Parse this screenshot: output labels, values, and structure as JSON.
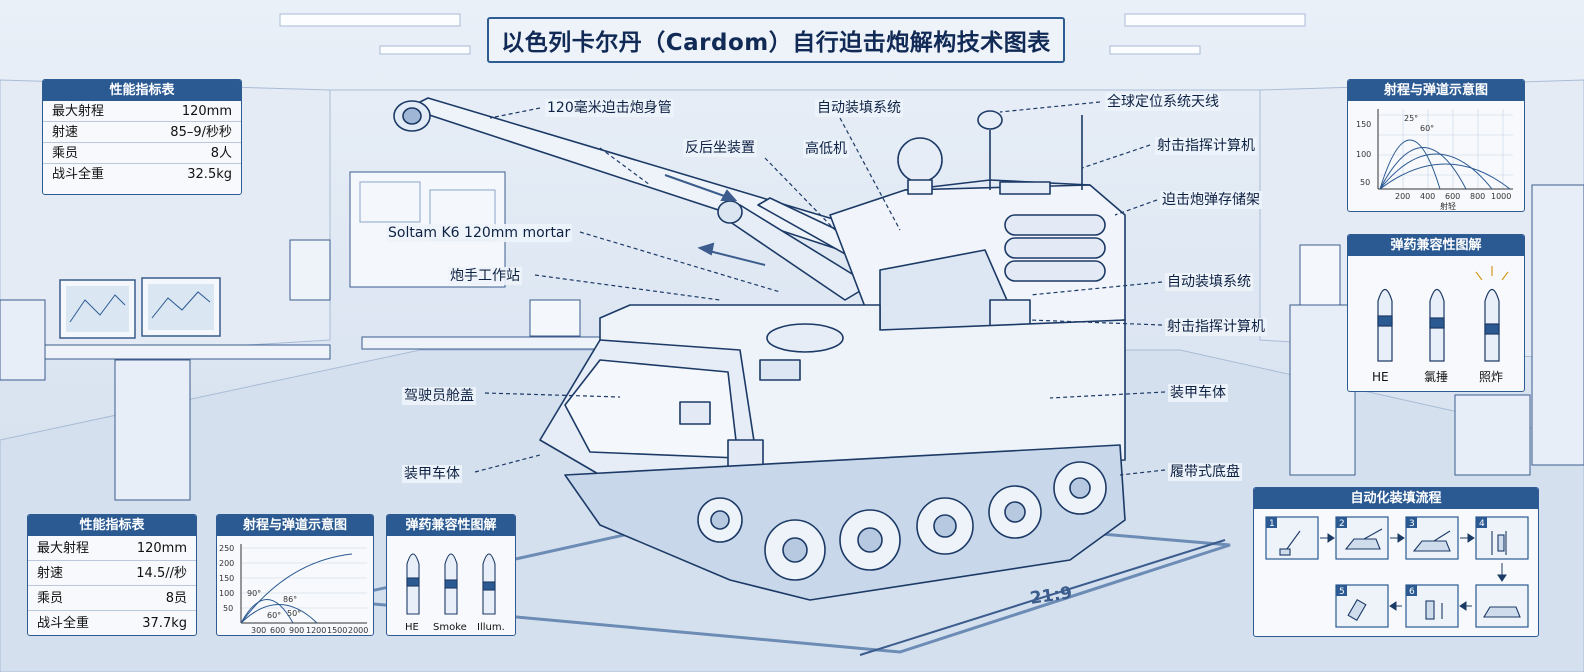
{
  "title": "以色列卡尔丹（Cardom）自行迫击炮解构技术图表",
  "spec_top": {
    "header": "性能指标表",
    "rows": [
      {
        "k": "最大射程",
        "v": "120mm"
      },
      {
        "k": "射速",
        "v": "85–9/秒秒"
      },
      {
        "k": "乘员",
        "v": "8人"
      },
      {
        "k": "战斗全重",
        "v": "32.5kg"
      }
    ]
  },
  "spec_bottom": {
    "header": "性能指标表",
    "rows": [
      {
        "k": "最大射程",
        "v": "120mm"
      },
      {
        "k": "射速",
        "v": "14.5//秒"
      },
      {
        "k": "乘员",
        "v": "8员"
      },
      {
        "k": "战斗全重",
        "v": "37.7kg"
      }
    ]
  },
  "callouts": {
    "barrel": "120毫米迫击炮身管",
    "recoil": "反后坐装置",
    "elevation": "高低机",
    "autoloader_top": "自动装填系统",
    "gps": "全球定位系统天线",
    "fcc_top": "射击指挥计算机",
    "mortar_model": "Soltam K6 120mm mortar",
    "ammo_rack": "迫击炮弹存储架",
    "gunner": "炮手工作站",
    "autoloader_mid": "自动装填系统",
    "fcc_mid": "射击指挥计算机",
    "driver_hatch": "驾驶员舱盖",
    "hull_right": "装甲车体",
    "hull_left": "装甲车体",
    "tracks": "履带式底盘"
  },
  "range_top": {
    "header": "射程与弹道示意图",
    "y_ticks": [
      "150",
      "100",
      "50"
    ],
    "x_ticks": [
      "200",
      "400",
      "600",
      "800",
      "1000"
    ],
    "xlabel": "射轻",
    "angle_a": "25°",
    "angle_b": "60°"
  },
  "range_bottom": {
    "header": "射程与弹道示意图",
    "y_ticks": [
      "250",
      "200",
      "150",
      "100",
      "50"
    ],
    "x_ticks": [
      "300",
      "600",
      "900",
      "1200",
      "1500",
      "2000"
    ],
    "angles": [
      "90°",
      "86°",
      "60°",
      "50°"
    ]
  },
  "ammo_right": {
    "header": "弹药兼容性图解",
    "labels": [
      "HE",
      "氯捶",
      "照炸"
    ]
  },
  "ammo_bottom": {
    "header": "弹药兼容性图解",
    "labels": [
      "HE",
      "Smoke",
      "Illum."
    ]
  },
  "flow": {
    "header": "自动化装填流程",
    "steps": [
      "1",
      "2",
      "3",
      "4",
      "5",
      "6"
    ]
  },
  "ratio": "21:9",
  "colors": {
    "primary": "#2b5a93",
    "background": "#dfe8f4",
    "ink": "#16305a"
  }
}
